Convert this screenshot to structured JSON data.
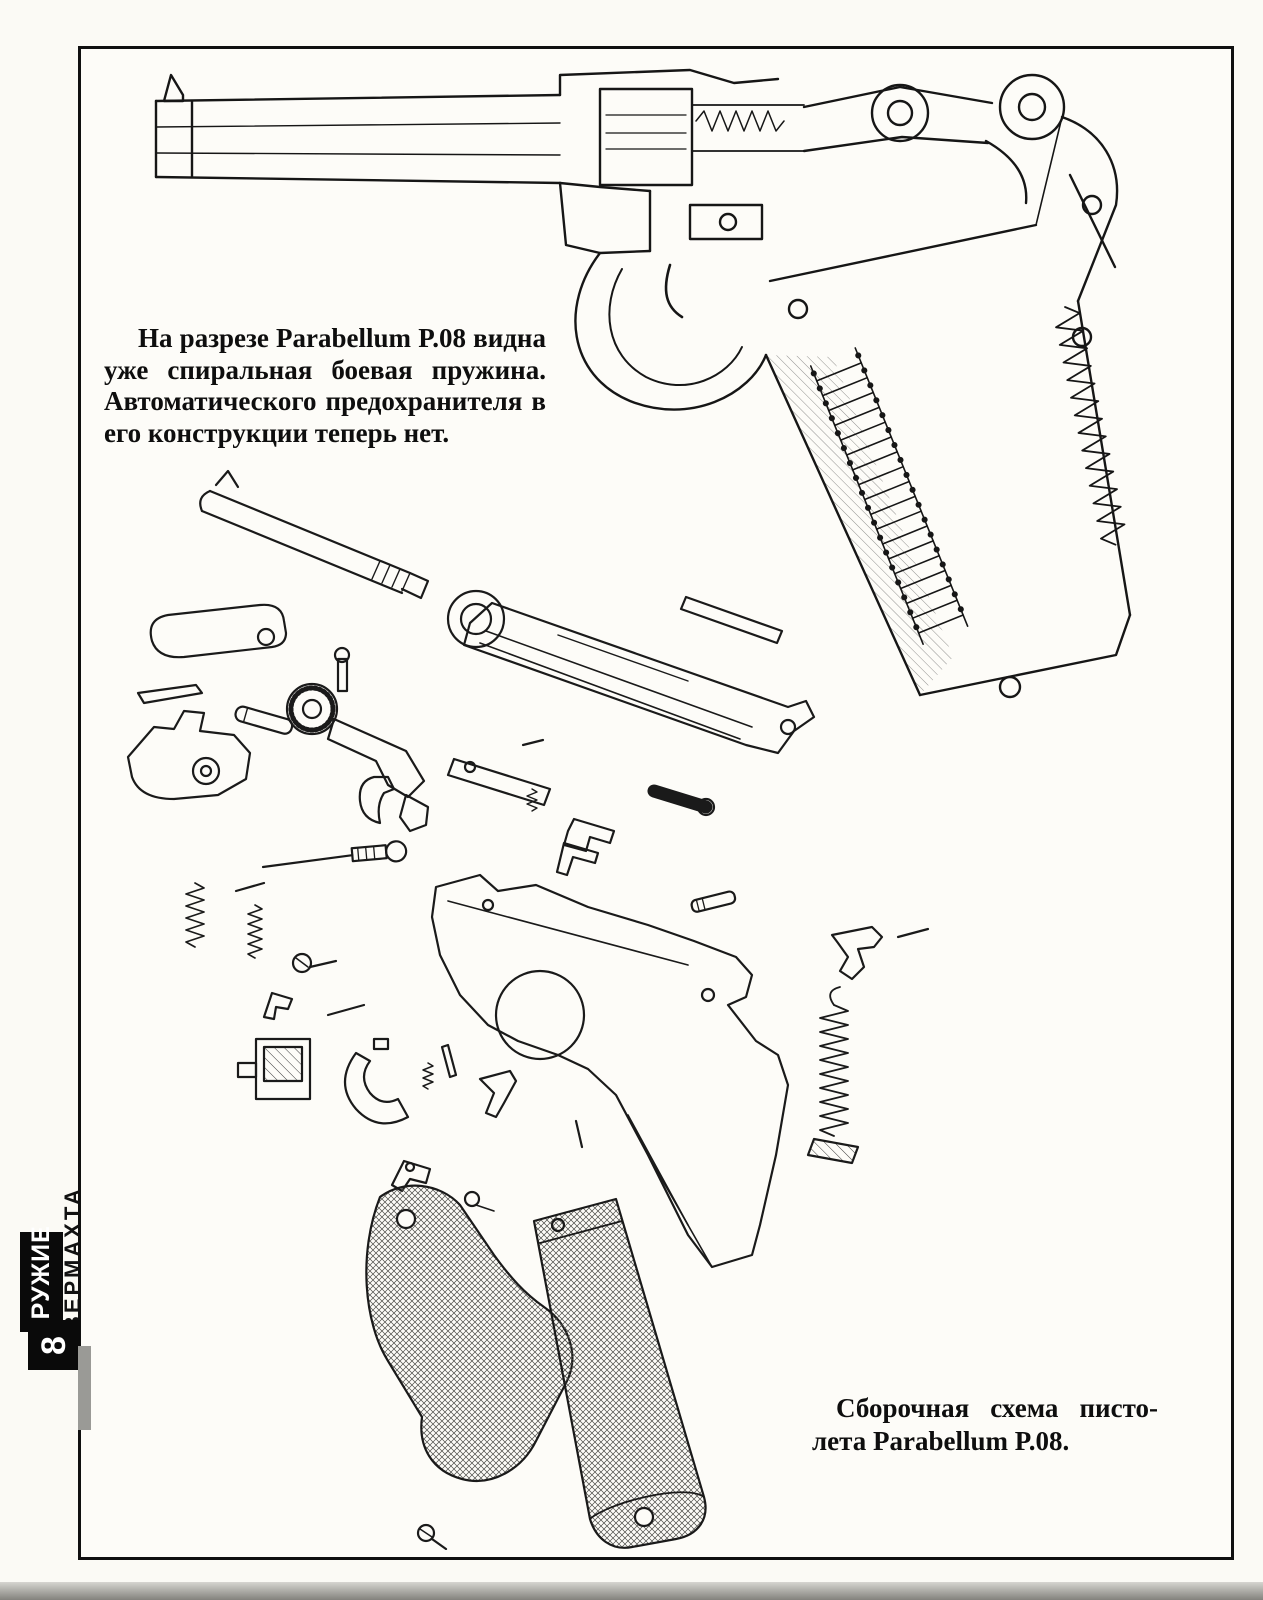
{
  "page": {
    "paper_color": "#fbfaf5",
    "ink_color": "#121212"
  },
  "sidebar": {
    "logo": "ОРУЖИЕ",
    "edition": "ВЕРМАХТА",
    "page_number": "8"
  },
  "article": {
    "intro": "На разрезе Parabellum P.08 видна уже спиральная боевая пружина. Автоматического предохранителя в его конструкции теперь нет.",
    "caption_line1": "Сборочная схема писто-",
    "caption_line2": "лета Parabellum P.08."
  }
}
